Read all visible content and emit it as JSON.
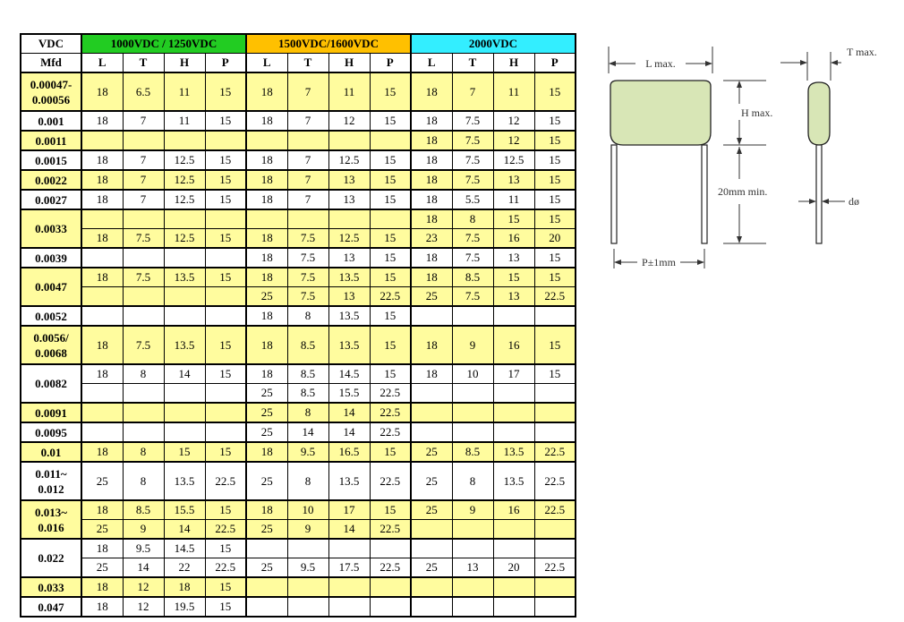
{
  "table": {
    "corner_top": "VDC",
    "corner_bottom": "Mfd",
    "groups": [
      {
        "label": "1000VDC / 1250VDC",
        "color": "#22cc22"
      },
      {
        "label": "1500VDC/1600VDC",
        "color": "#ffc000"
      },
      {
        "label": "2000VDC",
        "color": "#33eeff"
      }
    ],
    "subheaders": [
      "L",
      "T",
      "H",
      "P",
      "L",
      "T",
      "H",
      "P",
      "L",
      "T",
      "H",
      "P"
    ],
    "row_colors": {
      "yellow": "#fffc9e",
      "white": "#ffffff"
    },
    "rows": [
      {
        "mfd": "0.00047-\n0.00056",
        "yellow": true,
        "h": 2,
        "sub": [
          [
            "18",
            "6.5",
            "11",
            "15",
            "18",
            "7",
            "11",
            "15",
            "18",
            "7",
            "11",
            "15"
          ]
        ]
      },
      {
        "mfd": "0.001",
        "yellow": false,
        "h": 1,
        "sub": [
          [
            "18",
            "7",
            "11",
            "15",
            "18",
            "7",
            "12",
            "15",
            "18",
            "7.5",
            "12",
            "15"
          ]
        ]
      },
      {
        "mfd": "0.0011",
        "yellow": true,
        "h": 1,
        "sub": [
          [
            "",
            "",
            "",
            "",
            "",
            "",
            "",
            "",
            "18",
            "7.5",
            "12",
            "15"
          ]
        ]
      },
      {
        "mfd": "0.0015",
        "yellow": false,
        "h": 1,
        "sub": [
          [
            "18",
            "7",
            "12.5",
            "15",
            "18",
            "7",
            "12.5",
            "15",
            "18",
            "7.5",
            "12.5",
            "15"
          ]
        ]
      },
      {
        "mfd": "0.0022",
        "yellow": true,
        "h": 1,
        "sub": [
          [
            "18",
            "7",
            "12.5",
            "15",
            "18",
            "7",
            "13",
            "15",
            "18",
            "7.5",
            "13",
            "15"
          ]
        ]
      },
      {
        "mfd": "0.0027",
        "yellow": false,
        "h": 1,
        "sub": [
          [
            "18",
            "7",
            "12.5",
            "15",
            "18",
            "7",
            "13",
            "15",
            "18",
            "5.5",
            "11",
            "15"
          ]
        ]
      },
      {
        "mfd": "0.0033",
        "yellow": true,
        "h": 1,
        "sub": [
          [
            "",
            "",
            "",
            "",
            "",
            "",
            "",
            "",
            "18",
            "8",
            "15",
            "15"
          ],
          [
            "18",
            "7.5",
            "12.5",
            "15",
            "18",
            "7.5",
            "12.5",
            "15",
            "23",
            "7.5",
            "16",
            "20"
          ]
        ]
      },
      {
        "mfd": "0.0039",
        "yellow": false,
        "h": 1,
        "sub": [
          [
            "",
            "",
            "",
            "",
            "18",
            "7.5",
            "13",
            "15",
            "18",
            "7.5",
            "13",
            "15"
          ]
        ]
      },
      {
        "mfd": "0.0047",
        "yellow": true,
        "h": 1,
        "sub": [
          [
            "18",
            "7.5",
            "13.5",
            "15",
            "18",
            "7.5",
            "13.5",
            "15",
            "18",
            "8.5",
            "15",
            "15"
          ],
          [
            "",
            "",
            "",
            "",
            "25",
            "7.5",
            "13",
            "22.5",
            "25",
            "7.5",
            "13",
            "22.5"
          ]
        ]
      },
      {
        "mfd": "0.0052",
        "yellow": false,
        "h": 1,
        "sub": [
          [
            "",
            "",
            "",
            "",
            "18",
            "8",
            "13.5",
            "15",
            "",
            "",
            "",
            ""
          ]
        ]
      },
      {
        "mfd": "0.0056/\n0.0068",
        "yellow": true,
        "h": 2,
        "sub": [
          [
            "18",
            "7.5",
            "13.5",
            "15",
            "18",
            "8.5",
            "13.5",
            "15",
            "18",
            "9",
            "16",
            "15"
          ]
        ]
      },
      {
        "mfd": "0.0082",
        "yellow": false,
        "h": 1,
        "sub": [
          [
            "18",
            "8",
            "14",
            "15",
            "18",
            "8.5",
            "14.5",
            "15",
            "18",
            "10",
            "17",
            "15"
          ],
          [
            "",
            "",
            "",
            "",
            "25",
            "8.5",
            "15.5",
            "22.5",
            "",
            "",
            "",
            ""
          ]
        ]
      },
      {
        "mfd": "0.0091",
        "yellow": true,
        "h": 1,
        "sub": [
          [
            "",
            "",
            "",
            "",
            "25",
            "8",
            "14",
            "22.5",
            "",
            "",
            "",
            ""
          ]
        ]
      },
      {
        "mfd": "0.0095",
        "yellow": false,
        "h": 1,
        "sub": [
          [
            "",
            "",
            "",
            "",
            "25",
            "14",
            "14",
            "22.5",
            "",
            "",
            "",
            ""
          ]
        ]
      },
      {
        "mfd": "0.01",
        "yellow": true,
        "h": 1,
        "sub": [
          [
            "18",
            "8",
            "15",
            "15",
            "18",
            "9.5",
            "16.5",
            "15",
            "25",
            "8.5",
            "13.5",
            "22.5"
          ]
        ]
      },
      {
        "mfd": "0.011~\n0.012",
        "yellow": false,
        "h": 2,
        "sub": [
          [
            "25",
            "8",
            "13.5",
            "22.5",
            "25",
            "8",
            "13.5",
            "22.5",
            "25",
            "8",
            "13.5",
            "22.5"
          ]
        ]
      },
      {
        "mfd": "0.013~\n0.016",
        "yellow": true,
        "h": 1,
        "sub": [
          [
            "18",
            "8.5",
            "15.5",
            "15",
            "18",
            "10",
            "17",
            "15",
            "25",
            "9",
            "16",
            "22.5"
          ],
          [
            "25",
            "9",
            "14",
            "22.5",
            "25",
            "9",
            "14",
            "22.5",
            "",
            "",
            "",
            ""
          ]
        ]
      },
      {
        "mfd": "0.022",
        "yellow": false,
        "h": 1,
        "sub": [
          [
            "18",
            "9.5",
            "14.5",
            "15",
            "",
            "",
            "",
            "",
            "",
            "",
            "",
            ""
          ],
          [
            "25",
            "14",
            "22",
            "22.5",
            "25",
            "9.5",
            "17.5",
            "22.5",
            "25",
            "13",
            "20",
            "22.5"
          ]
        ]
      },
      {
        "mfd": "0.033",
        "yellow": true,
        "h": 1,
        "sub": [
          [
            "18",
            "12",
            "18",
            "15",
            "",
            "",
            "",
            "",
            "",
            "",
            "",
            ""
          ]
        ]
      },
      {
        "mfd": "0.047",
        "yellow": false,
        "h": 1,
        "sub": [
          [
            "18",
            "12",
            "19.5",
            "15",
            "",
            "",
            "",
            "",
            "",
            "",
            "",
            ""
          ]
        ]
      }
    ]
  },
  "diagram": {
    "l_max": "L max.",
    "h_max": "H max.",
    "lead_min": "20mm min.",
    "pitch": "P±1mm",
    "t_max": "T max.",
    "lead_dia": "dø",
    "body_color": "#d8e6b6"
  }
}
